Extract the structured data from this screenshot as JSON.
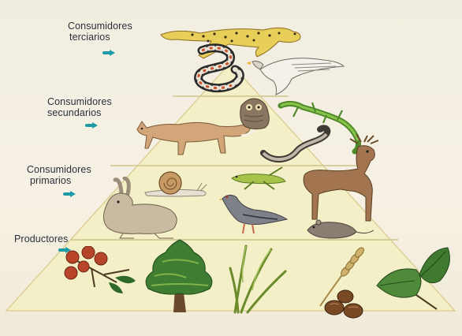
{
  "levels": [
    {
      "label_line1": "Consumidores",
      "label_line2": "terciarios"
    },
    {
      "label_line1": "Consumidores",
      "label_line2": "secundarios"
    },
    {
      "label_line1": "Consumidores",
      "label_line2": "primarios"
    },
    {
      "label_line1": "Productores",
      "label_line2": ""
    }
  ],
  "colors": {
    "pyramid_fill": "#f3efc6",
    "pyramid_edge": "#d8c98a",
    "arrow": "#1f9aa8",
    "label_text": "#2a2f3a"
  },
  "organisms": {
    "tertiary": [
      "cheetah-icon",
      "snake-icon",
      "eagle-icon"
    ],
    "secondary": [
      "fox-icon",
      "owl-icon",
      "lizard-icon",
      "snake-icon"
    ],
    "primary": [
      "snail-icon",
      "grasshopper-icon",
      "deer-icon",
      "rabbit-icon",
      "pigeon-icon",
      "mouse-icon"
    ],
    "producers": [
      "berries-icon",
      "tree-icon",
      "grass-icon",
      "wheat-icon",
      "nuts-icon",
      "leaves-icon"
    ]
  }
}
